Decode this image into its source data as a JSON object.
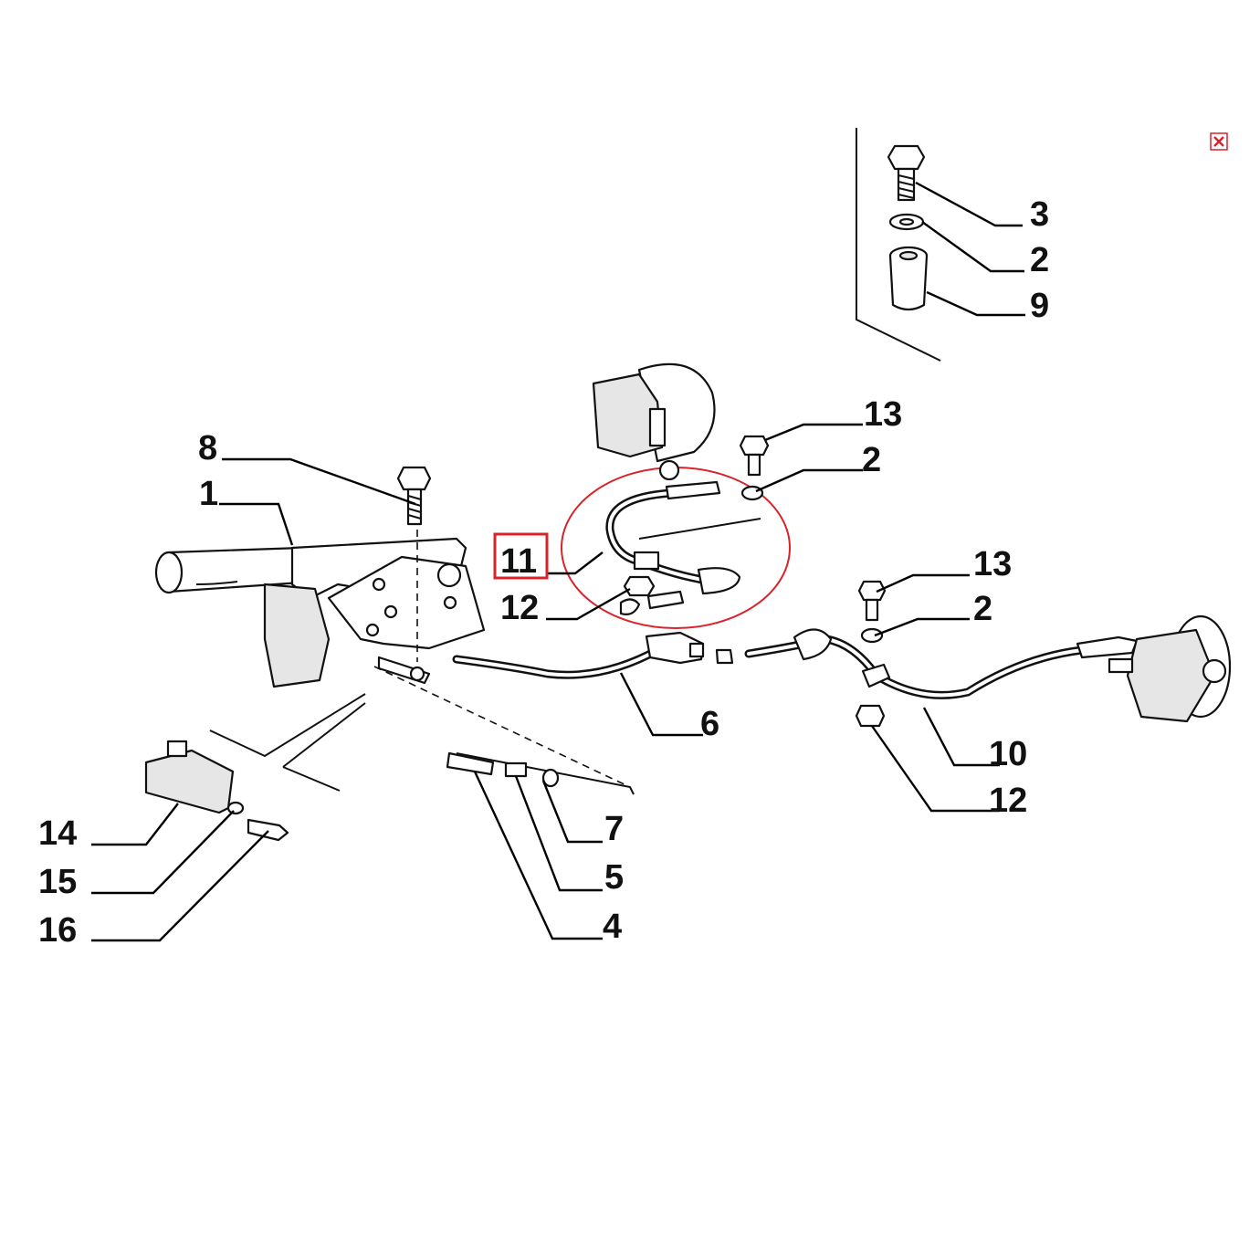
{
  "labels": {
    "l1": "1",
    "l2a": "2",
    "l2b": "2",
    "l2c": "2",
    "l3": "3",
    "l4": "4",
    "l5": "5",
    "l6": "6",
    "l7": "7",
    "l8": "8",
    "l9": "9",
    "l10": "10",
    "l11": "11",
    "l12a": "12",
    "l12b": "12",
    "l13a": "13",
    "l13b": "13",
    "l14": "14",
    "l15": "15",
    "l16": "16"
  },
  "highlight": {
    "label_box_color": "#d9232a",
    "circle_color": "#d9232a"
  },
  "close_icon": {
    "glyph": "✕",
    "color": "#d9232a"
  }
}
